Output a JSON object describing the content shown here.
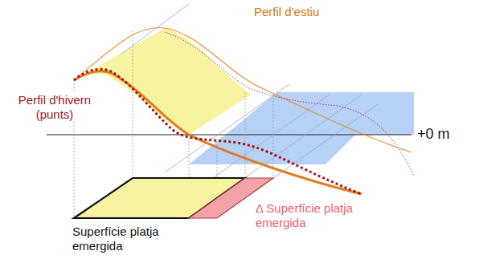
{
  "diagram": {
    "labels": [
      "Perfil d'estiu",
      "Perfil d'hivern (punts)",
      "+0 m",
      "Superfície platja emergida",
      "Δ Superfície platja emergida"
    ]
  }
}
